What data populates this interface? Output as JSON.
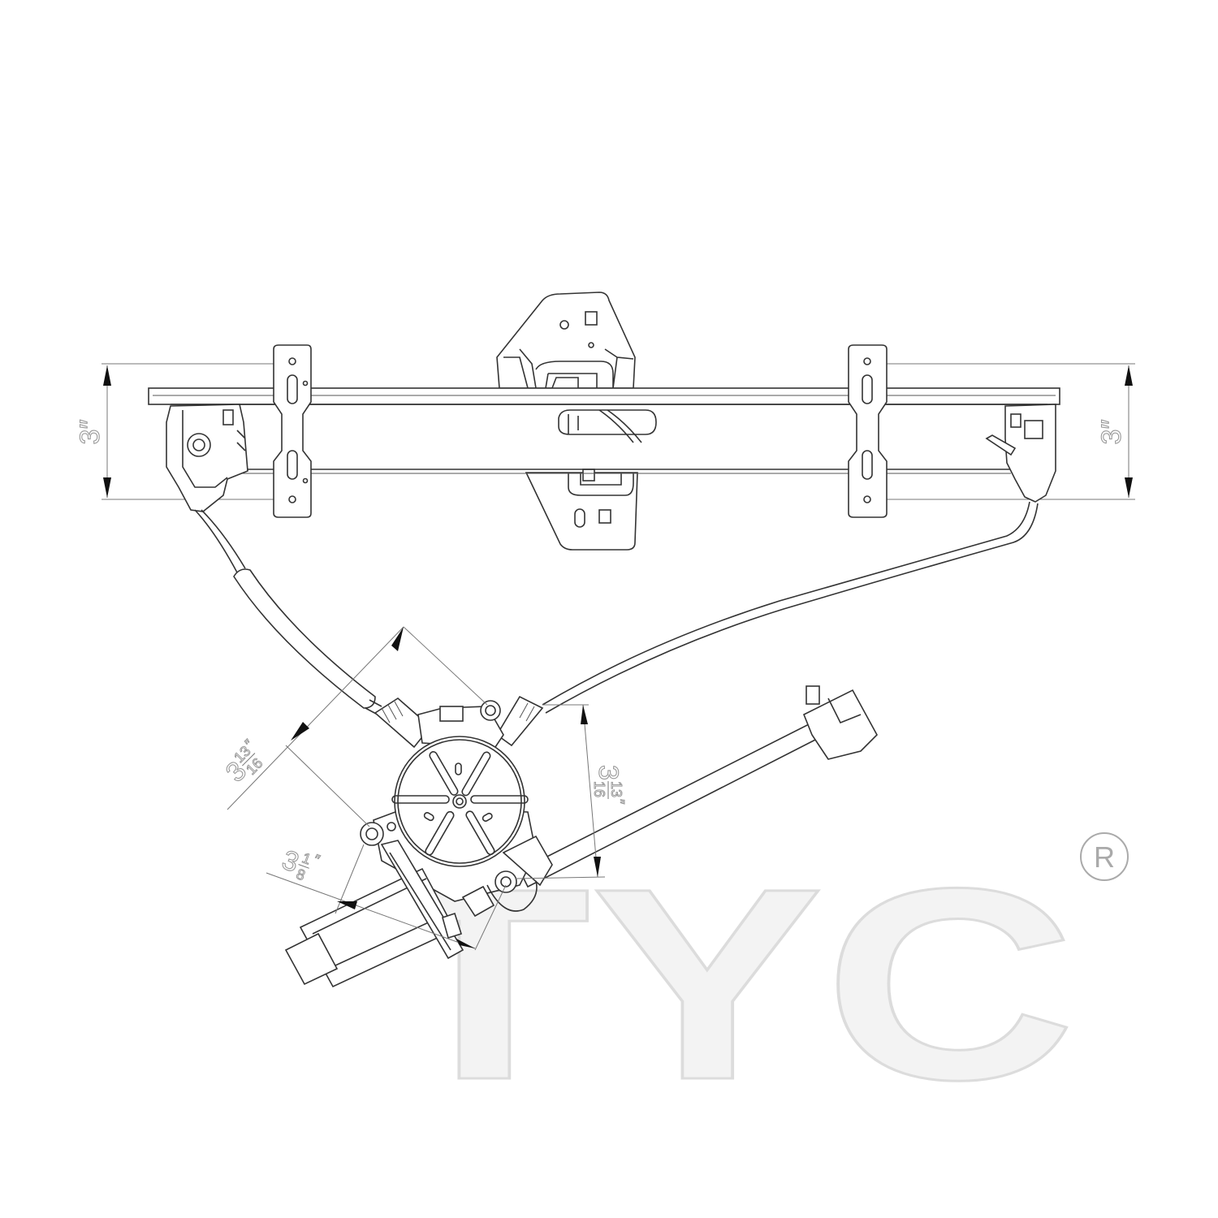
{
  "watermark": {
    "brand": "TYC",
    "registered_mark": "®"
  },
  "dimensions": {
    "left_height": "3″",
    "right_height": "3″",
    "motor_diagonal": {
      "whole": "3",
      "fraction_num": "13",
      "fraction_den": "16",
      "unit": "″"
    },
    "motor_vertical": {
      "whole": "3",
      "fraction_num": "13",
      "fraction_den": "16",
      "unit": "″"
    },
    "motor_housing": {
      "whole": "3",
      "fraction_num": "1",
      "fraction_den": "8",
      "unit": "″"
    }
  },
  "colors": {
    "line": "#333333",
    "dimension": "#999999",
    "watermark": "#f2f2f2"
  }
}
